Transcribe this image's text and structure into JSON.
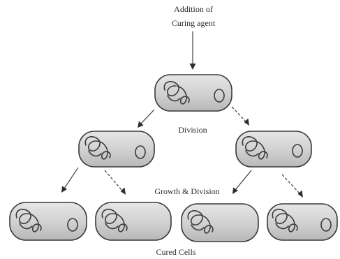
{
  "labels": {
    "top_line1": "Addition of",
    "top_line2": "Curing agent",
    "division": "Division",
    "growth_division": "Growth & Division",
    "cured_cells": "Cured Cells"
  },
  "colors": {
    "cell_fill": "#d4d4d4",
    "cell_stroke": "#3a3a3a",
    "arrow": "#2d2d2d",
    "text": "#2a2a2a"
  },
  "cells": [
    {
      "id": "parent",
      "generation": 0,
      "has_plasmid": true
    },
    {
      "id": "gen1-left",
      "generation": 1,
      "has_plasmid": true
    },
    {
      "id": "gen1-right",
      "generation": 1,
      "has_plasmid": true
    },
    {
      "id": "gen2-1",
      "generation": 2,
      "has_plasmid": true
    },
    {
      "id": "gen2-2",
      "generation": 2,
      "has_plasmid": false
    },
    {
      "id": "gen2-3",
      "generation": 2,
      "has_plasmid": false
    },
    {
      "id": "gen2-4",
      "generation": 2,
      "has_plasmid": true
    }
  ]
}
